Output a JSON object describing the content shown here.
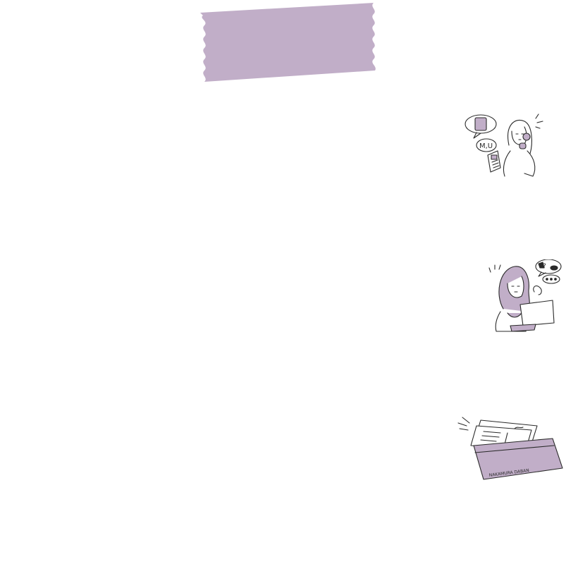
{
  "colors": {
    "accent": "#c1aec8",
    "line": "#2a2a2a",
    "background": "#ffffff"
  },
  "tape": {
    "icon": "washi-tape-banner"
  },
  "illustrations": [
    {
      "icon": "woman-on-phone-icon",
      "bubble_text": "M,U"
    },
    {
      "icon": "woman-at-laptop-icon",
      "bubble_text": "?"
    },
    {
      "icon": "envelope-with-letters-icon",
      "envelope_text": "NAKAMURA DABAN"
    }
  ]
}
